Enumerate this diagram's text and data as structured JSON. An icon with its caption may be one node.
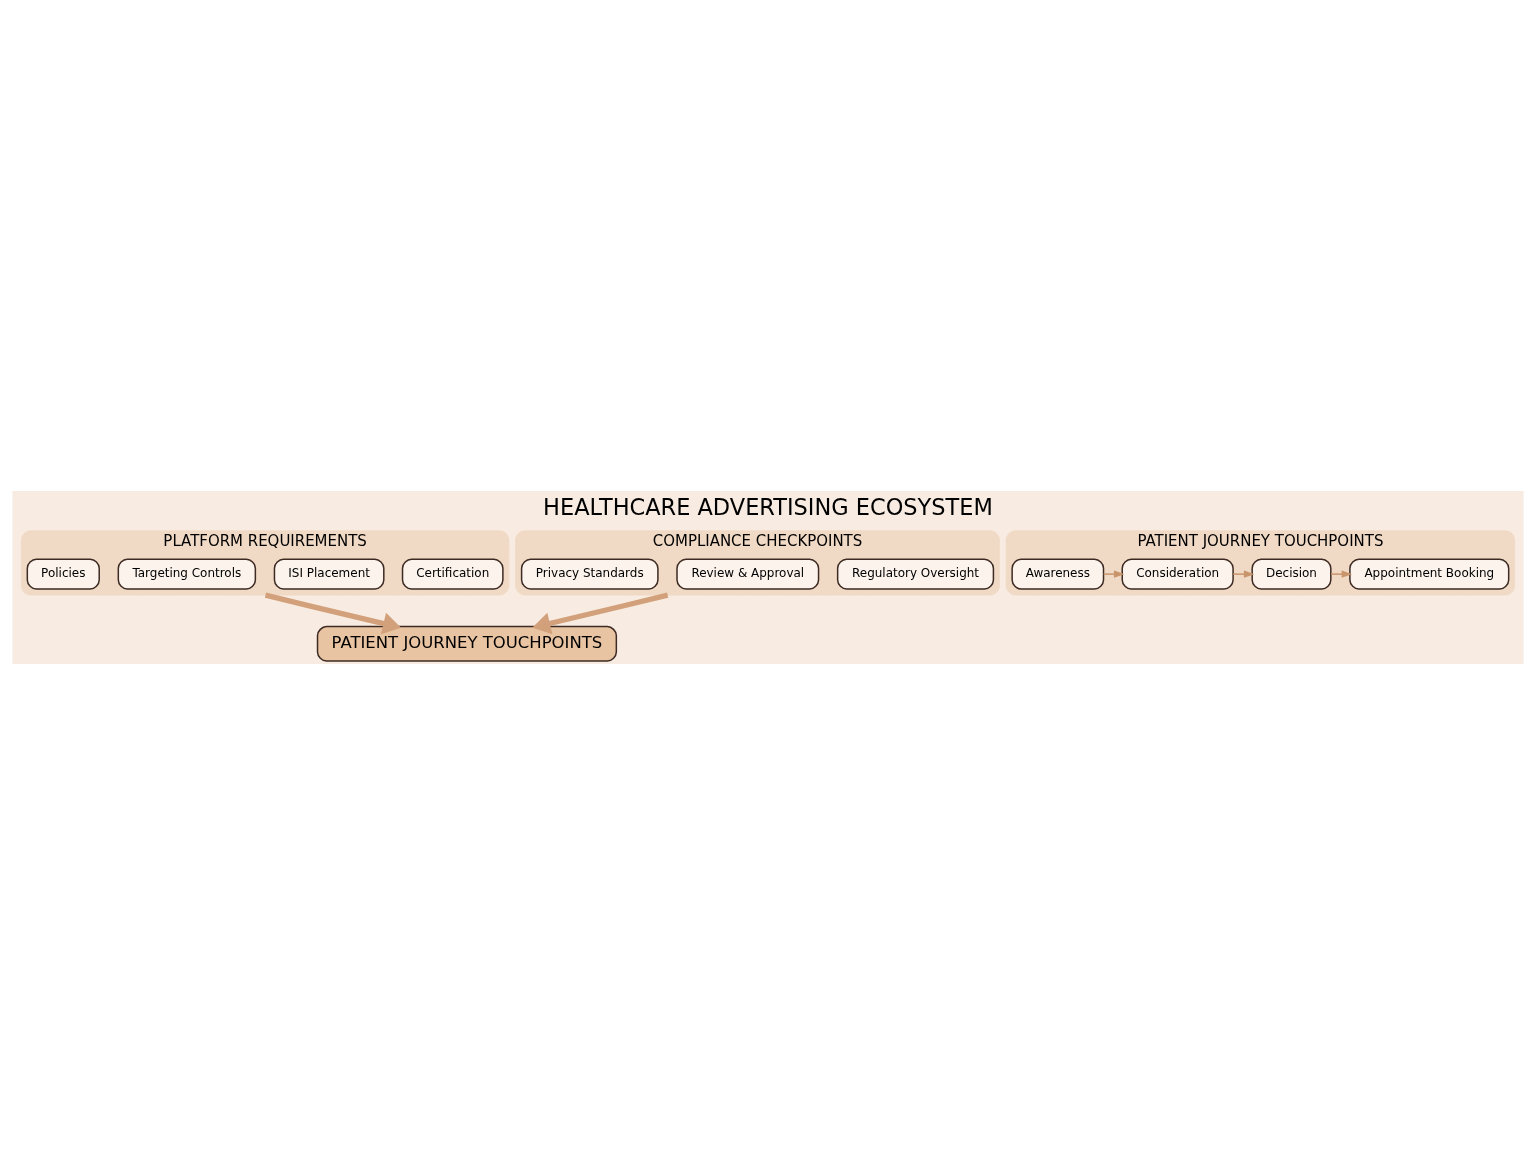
{
  "diagram": {
    "title": "HEALTHCARE ADVERTISING ECOSYSTEM",
    "nodes": [
      {
        "text": [
          "PLATFORM REQUIREMENTS"
        ]
      },
      {
        "text": [
          "Certification"
        ],
        "in": 0
      },
      {
        "text": [
          "ISI Placement"
        ],
        "in": 0
      },
      {
        "text": [
          "Targeting Controls"
        ],
        "in": 0
      },
      {
        "text": [
          "Policies"
        ],
        "in": 0
      },
      {
        "text": [
          "COMPLIANCE CHECKPOINTS"
        ]
      },
      {
        "text": [
          "Regulatory Oversight"
        ],
        "in": 5
      },
      {
        "text": [
          "Review & Approval"
        ],
        "in": 5
      },
      {
        "text": [
          "Privacy Standards"
        ],
        "in": 5
      },
      {
        "text": [
          "PATIENT JOURNEY TOUCHPOINTS"
        ]
      },
      {
        "text": [
          "PATIENT JOURNEY TOUCHPOINTS"
        ]
      },
      {
        "text": [
          "Awareness"
        ],
        "in": 10
      },
      {
        "text": [
          "Consideration"
        ],
        "in": 10
      },
      {
        "text": [
          "Decision"
        ],
        "in": 10
      },
      {
        "text": [
          "Appointment Booking"
        ],
        "in": 10
      }
    ],
    "edges": [
      {
        "from": 0,
        "to": 9,
        "arrow": "to",
        "style": "thick"
      },
      {
        "from": 5,
        "to": 9,
        "arrow": "to",
        "style": "thick"
      },
      {
        "from": 11,
        "to": 12,
        "arrow": "to"
      },
      {
        "from": 12,
        "to": 13,
        "arrow": "to"
      },
      {
        "from": 13,
        "to": 14,
        "arrow": "to"
      }
    ]
  }
}
